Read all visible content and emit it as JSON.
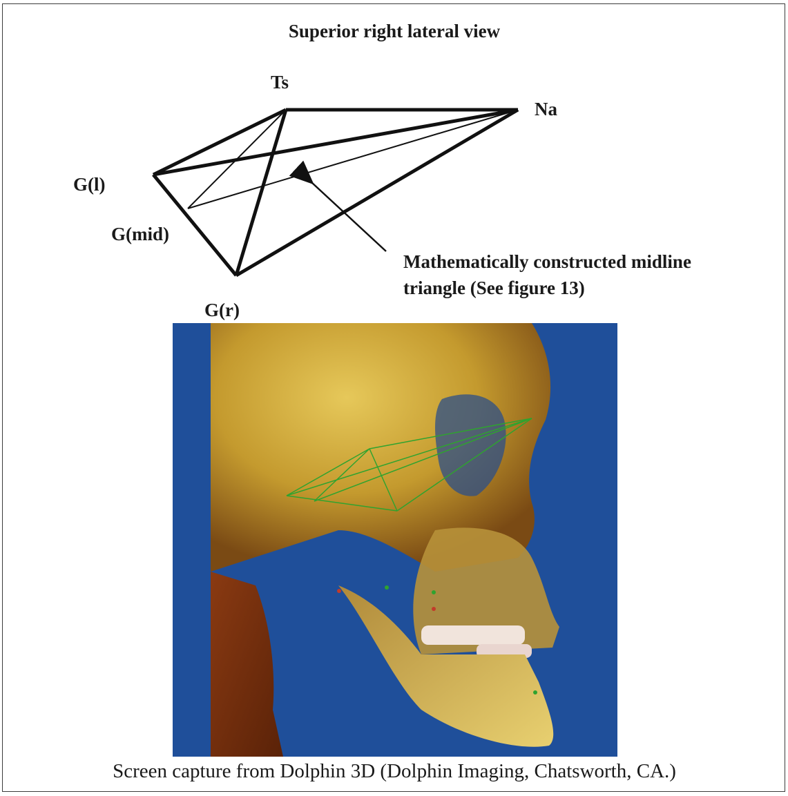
{
  "title": "Superior right lateral view",
  "labels": {
    "ts": "Ts",
    "na": "Na",
    "gl": "G(l)",
    "gmid": "G(mid)",
    "gr": "G(r)"
  },
  "annotation": {
    "line1": "Mathematically constructed midline",
    "line2": "triangle (See figure 13)"
  },
  "caption": "Screen capture from Dolphin 3D (Dolphin Imaging, Chatsworth, CA.)",
  "colors": {
    "line": "#111111",
    "scan_background": "#1f4f9a",
    "skull": "#c9a33a",
    "overlay": "#2fa32f"
  }
}
